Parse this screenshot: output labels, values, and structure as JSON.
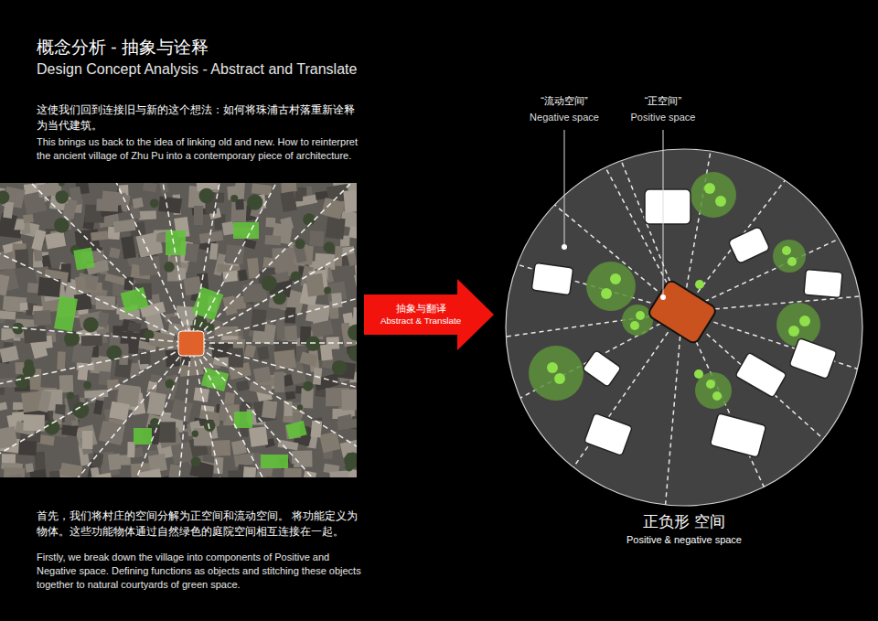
{
  "diagram": {
    "title": "概念分析 - 抽象与诠释",
    "caption": "正负形 空间",
    "nodes": [
      {
        "text": [
          "抽象与翻译",
          "Abstract & Translate"
        ]
      }
    ],
    "labels": [
      "Design Concept Analysis - Abstract and Translate",
      "这使我们回到连接旧与新的这个想法：如何将珠浦古村落重新诠释为当代建筑。",
      "This brings us back to the idea of linking old and new. How to reinterpret the ancient village of Zhu Pu into a contemporary piece of architecture.",
      "首先，我们将村庄的空间分解为正空间和流动空间。 将功能定义为物体。这些功能物体通过自然绿色的庭院空间相互连接在一起。",
      "Firstly, we break down the village into components of Positive and Negative space. Defining functions as objects and stitching these objects together to natural courtyards of green space.",
      "“流动空间”",
      "Negative space",
      "“正空间”",
      "Positive space",
      "Positive & negative space"
    ]
  }
}
